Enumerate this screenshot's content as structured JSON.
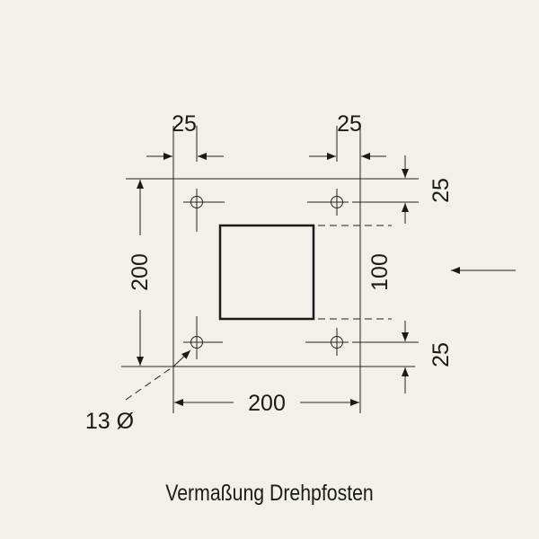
{
  "dimensions": {
    "top_left_offset": "25",
    "top_right_offset": "25",
    "right_top_offset": "25",
    "right_bottom_offset": "25",
    "left_height": "200",
    "bottom_width": "200",
    "inner_square": "100",
    "hole_diameter": "13 Ø"
  },
  "caption": "Vermaßung Drehpfosten",
  "colors": {
    "background": "#f3f0ea",
    "lines": "#222222"
  }
}
